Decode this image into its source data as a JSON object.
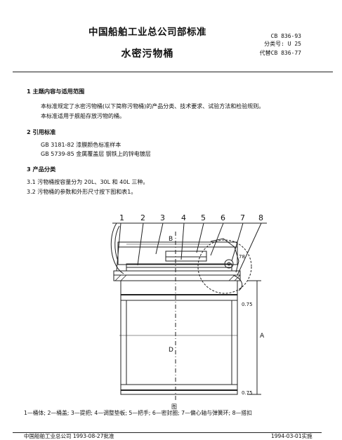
{
  "header": {
    "org_title": "中国船舶工业总公司部标准",
    "std_number": "CB 836-93",
    "class_number": "分类号: U 25",
    "replaces": "代替CB 836-77",
    "doc_title": "水密污物桶"
  },
  "sections": {
    "s1": {
      "heading": "1   主题内容与适用范围",
      "p1": "本标准规定了水密污物桶(以下简称污物桶)的产品分类、技术要求、试验方法和检验规则。",
      "p2": "本标准适用于舰船存放污物的桶。"
    },
    "s2": {
      "heading": "2   引用标准",
      "ref1": "GB 3181-82   漆膜颜色标准样本",
      "ref2": "GB 5739-85   金属覆盖层   钢铁上的锌电镀层"
    },
    "s3": {
      "heading": "3   产品分类",
      "c31": "3.1   污物桶按容量分为 20L、30L 和 40L 三种。",
      "c32": "3.2   污物桶的参数和外形尺寸按下图和表1。"
    }
  },
  "figure": {
    "callouts": [
      "1",
      "2",
      "3",
      "4",
      "5",
      "6",
      "7",
      "8"
    ],
    "labels": {
      "B": "B",
      "D": "D",
      "A": "A",
      "dim_top": "0.75",
      "dim_bottom": "0.75",
      "side_dim": "78"
    },
    "caption": "图",
    "parts_legend": "1—桶体;   2—桶盖;   3—提把;   4—调整垫板;   5—把手;   6—密封圈;   7—偏心轴与弹簧环;   8—搭扣"
  },
  "footer": {
    "left": "中国船舶工业总公司 1993-08-27批准",
    "right": "1994-03-01实施"
  }
}
